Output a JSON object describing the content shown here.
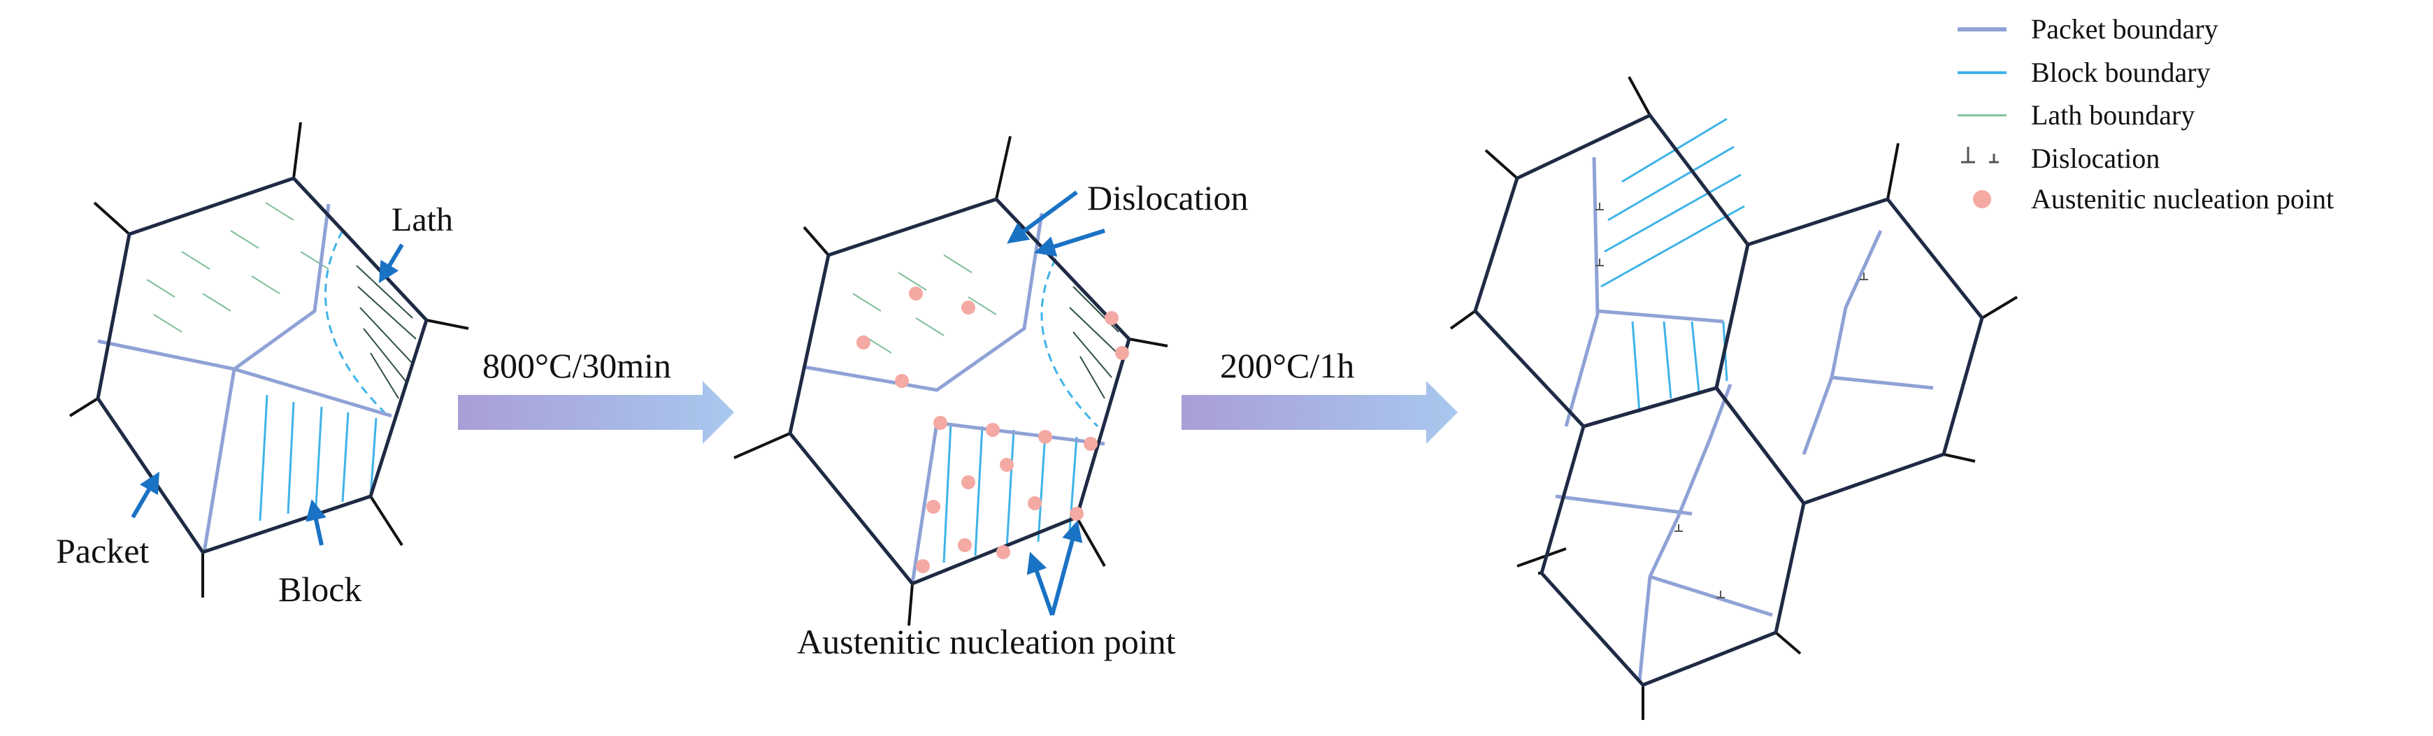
{
  "labels": {
    "lath": "Lath",
    "packet": "Packet",
    "block": "Block",
    "dislocation": "Dislocation",
    "austenitic_point": "Austenitic nucleation point"
  },
  "steps": {
    "step1": "800°C/30min",
    "step2": "200°C/1h"
  },
  "legend": {
    "packet": "Packet boundary",
    "block": "Block boundary",
    "lath": "Lath boundary",
    "dislocation": "Dislocation",
    "nucleation": "Austenitic nucleation point"
  },
  "colors": {
    "grain_boundary": "#1f2a44",
    "packet_boundary": "#8fa2d6",
    "block_boundary": "#3fb3e8",
    "lath_boundary": "#7fbf99",
    "nucleation": "#f4a9a3",
    "callout_arrow": "#1a72c4",
    "process_arrow_start": "#a99ed6",
    "process_arrow_end": "#a8c8ee"
  }
}
